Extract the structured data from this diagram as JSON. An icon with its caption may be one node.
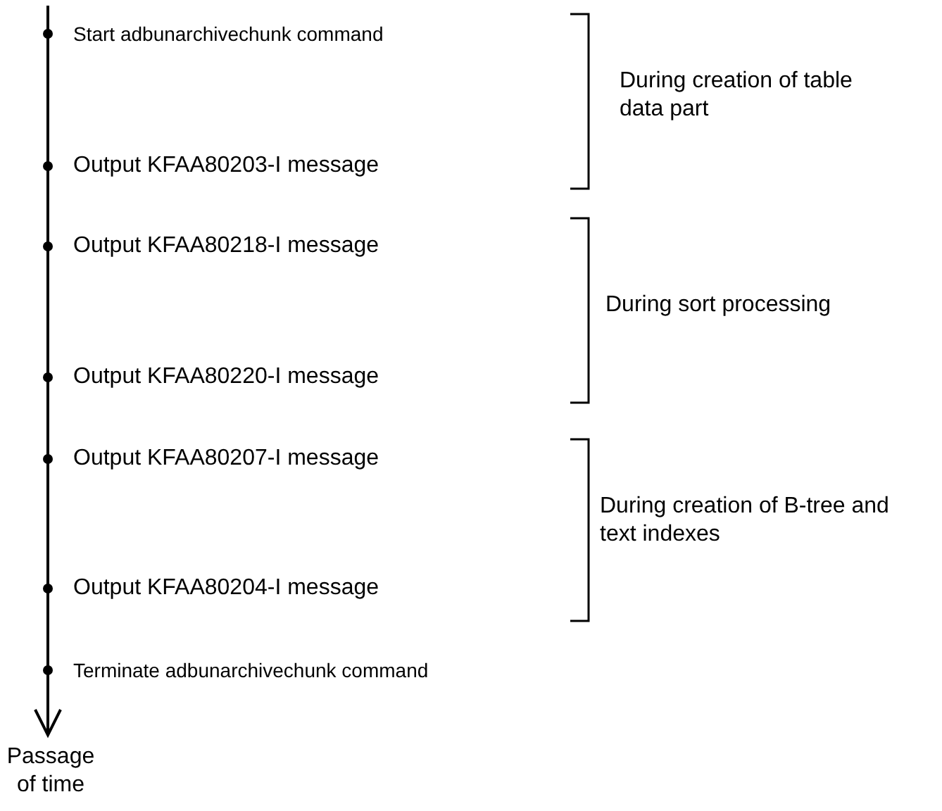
{
  "diagram": {
    "labels": [
      "Start adbunarchivechunk command",
      "During creation of table data part",
      "Output KFAA80203-I message",
      "Output KFAA80218-I message",
      "During sort processing",
      "Output KFAA80220-I message",
      "Output KFAA80207-I message",
      "During creation of B-tree and text indexes",
      "Output KFAA80204-I message",
      "Terminate adbunarchivechunk command",
      "Passage of time"
    ]
  }
}
